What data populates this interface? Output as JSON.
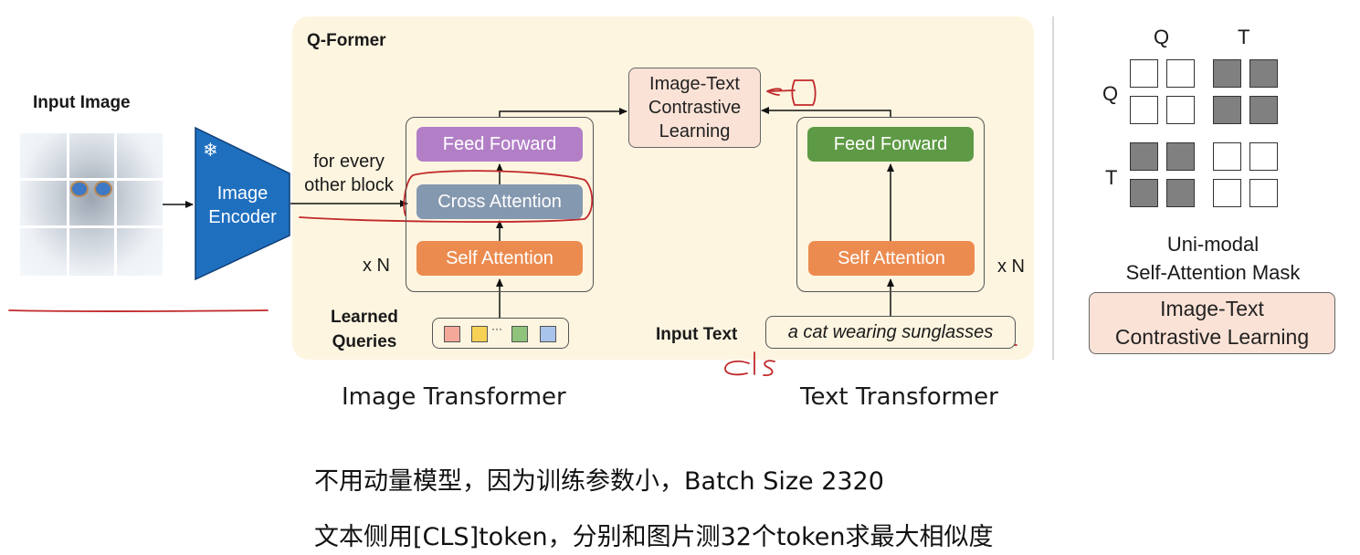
{
  "input_image": {
    "title": "Input Image",
    "grid": "3x3 patches",
    "subject": "cat wearing blue sunglasses"
  },
  "image_encoder": {
    "label_line1": "Image",
    "label_line2": "Encoder",
    "frozen_icon": "snowflake-icon",
    "color": "#1f6fbf"
  },
  "connector_label": {
    "line1": "for every",
    "line2": "other block"
  },
  "qformer": {
    "title": "Q-Former",
    "bg_color": "#fdf5e0",
    "image_side": {
      "feed_forward": "Feed Forward",
      "cross_attention": "Cross Attention",
      "self_attention": "Self Attention",
      "repeat": "x N",
      "queries_label_line1": "Learned",
      "queries_label_line2": "Queries",
      "query_colors": [
        "#f4a89a",
        "#f7d154",
        "#8fc27a",
        "#a9c4ea"
      ],
      "query_ellipsis": "···"
    },
    "text_side": {
      "feed_forward": "Feed Forward",
      "self_attention": "Self Attention",
      "repeat": "x N",
      "input_label": "Input Text",
      "input_value": "a cat wearing sunglasses"
    },
    "objective": {
      "line1": "Image-Text",
      "line2": "Contrastive",
      "line3": "Learning"
    },
    "colors": {
      "feed_forward_image": "#b27fc6",
      "cross_attention": "#8498b0",
      "self_attention": "#ec8b4f",
      "feed_forward_text": "#5e9a45"
    }
  },
  "mask_panel": {
    "col_labels": [
      "Q",
      "T"
    ],
    "row_labels": [
      "Q",
      "T"
    ],
    "mask": [
      [
        0,
        0,
        1,
        1
      ],
      [
        0,
        0,
        1,
        1
      ],
      [
        1,
        1,
        0,
        0
      ],
      [
        1,
        1,
        0,
        0
      ]
    ],
    "caption_line1": "Uni-modal",
    "caption_line2": "Self-Attention Mask",
    "objective_line1": "Image-Text",
    "objective_line2": "Contrastive Learning"
  },
  "captions": {
    "image_transformer": "Image Transformer",
    "text_transformer": "Text Transformer"
  },
  "annotations": {
    "handwritten_cls": "cls",
    "color": "#c0282a"
  },
  "notes": [
    "不用动量模型，因为训练参数小，Batch Size 2320",
    "文本侧用[CLS]token，分别和图片测32个token求最大相似度"
  ]
}
